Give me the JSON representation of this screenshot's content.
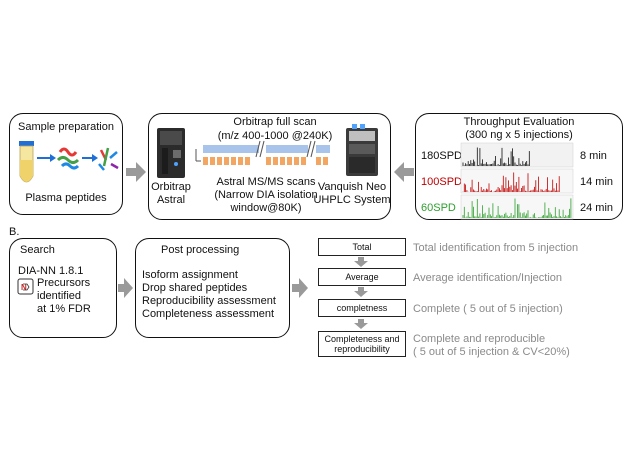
{
  "panel_b_label": "B.",
  "sample_prep": {
    "title": "Sample preparation",
    "caption": "Plasma peptides"
  },
  "ms": {
    "title_line1": "Orbitrap full scan",
    "title_line2": "(m/z 400-1000 @240K)",
    "instrument_left_line1": "Orbitrap",
    "instrument_left_line2": "Astral",
    "scans_line1": "Astral MS/MS scans",
    "scans_line2": "(Narrow DIA isolation",
    "scans_line3": "window@80K)",
    "instrument_right_line1": "Vanquish Neo",
    "instrument_right_line2": "UHPLC System"
  },
  "throughput": {
    "title_line1": "Throughput Evaluation",
    "title_line2": "(300 ng x 5 injections)",
    "rows": [
      {
        "label": "180SPD",
        "time": "8 min",
        "color": "#111111"
      },
      {
        "label": "100SPD",
        "time": "14 min",
        "color": "#c00000"
      },
      {
        "label": "60SPD",
        "time": "24 min",
        "color": "#2ea02e"
      }
    ]
  },
  "search": {
    "title": "Search",
    "software": "DIA-NN 1.8.1",
    "line1": "Precursors",
    "line2": "identified",
    "line3": "at 1% FDR"
  },
  "post": {
    "title": "Post processing",
    "items": [
      "Isoform assignment",
      "Drop shared peptides",
      "Reproducibility assessment",
      "Completeness assessment"
    ]
  },
  "flow": [
    {
      "label": "Total",
      "desc": "Total identification from 5 injection"
    },
    {
      "label": "Average",
      "desc": "Average identification/Injection"
    },
    {
      "label": "completness",
      "desc": "Complete ( 5 out of 5 injection)"
    },
    {
      "label_line1": "Completeness and",
      "label_line2": "reproducibility",
      "desc_line1": "Complete and reproducible",
      "desc_line2": "( 5 out of 5 injection & CV<20%)"
    }
  ]
}
